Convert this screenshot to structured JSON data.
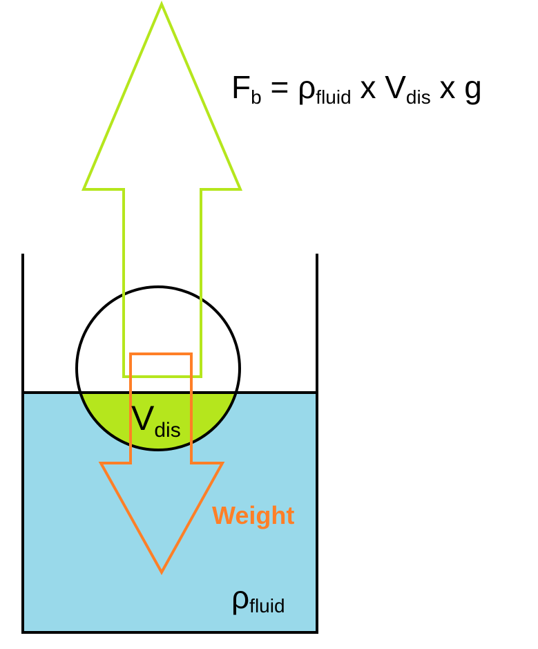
{
  "formula": {
    "F": "F",
    "b": "b",
    "eq": "= ",
    "rho": "ρ",
    "fluid": "fluid",
    "x1": " x ",
    "V": "V",
    "dis": "dis",
    "x2": " x g"
  },
  "vdis_label": {
    "V": "V",
    "dis": "dis"
  },
  "weight_label": "Weight",
  "fluid_label": {
    "rho": "ρ",
    "fluid": "fluid"
  },
  "colors": {
    "buoyancy": "#b5e61d",
    "weight": "#ff7f27",
    "fluid": "#99d9ea",
    "outline": "#000000"
  }
}
